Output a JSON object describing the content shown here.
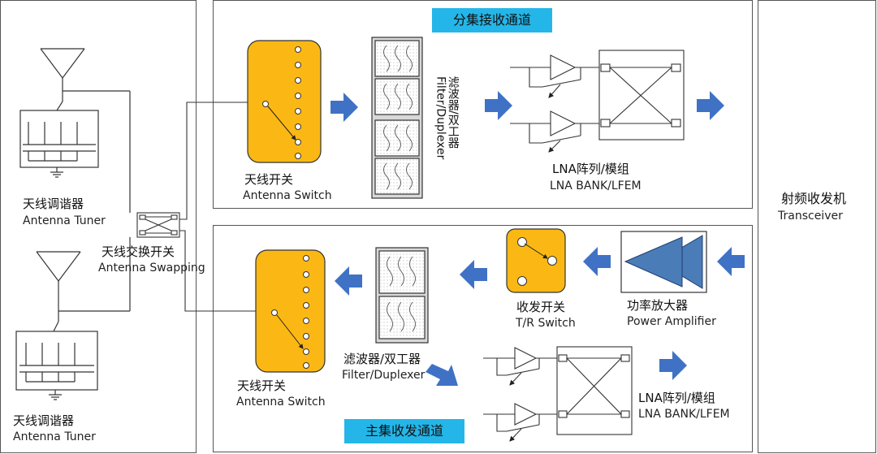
{
  "diversity_rx": {
    "banner": "分集接收通道",
    "antenna_switch_zh": "天线开关",
    "antenna_switch_en": "Antenna Switch",
    "filter_zh": "滤波器/双工器",
    "filter_en": "Filter/Duplexer",
    "lna_zh": "LNA阵列/模组",
    "lna_en": "LNA BANK/LFEM"
  },
  "main_trx": {
    "banner": "主集收发通道",
    "antenna_switch_zh": "天线开关",
    "antenna_switch_en": "Antenna Switch",
    "filter_zh": "滤波器/双工器",
    "filter_en": "Filter/Duplexer",
    "tr_switch_zh": "收发开关",
    "tr_switch_en": "T/R Switch",
    "pa_zh": "功率放大器",
    "pa_en": "Power Amplifier",
    "lna_zh": "LNA阵列/模组",
    "lna_en": "LNA BANK/LFEM"
  },
  "antenna_side": {
    "tuner_top_zh": "天线调谐器",
    "tuner_top_en": "Antenna Tuner",
    "tuner_bottom_zh": "天线调谐器",
    "tuner_bottom_en": "Antenna Tuner",
    "swapping_zh": "天线交换开关",
    "swapping_en": "Antenna Swapping"
  },
  "transceiver": {
    "zh": "射频收发机",
    "en": "Transceiver"
  },
  "colors": {
    "switch_fill": "#fbb814",
    "arrow_blue": "#3f72c4",
    "banner_blue": "#24b6e8",
    "pa_blue": "#4a7cb8"
  }
}
